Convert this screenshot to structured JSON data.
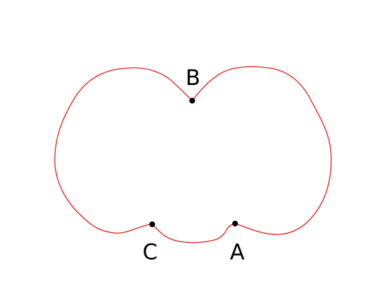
{
  "colors": {
    "curve": "#e8201e",
    "point": "#000000",
    "background": "#ffffff"
  },
  "points": [
    {
      "id": "A",
      "label": "A"
    },
    {
      "id": "B",
      "label": "B"
    },
    {
      "id": "C",
      "label": "C"
    }
  ]
}
